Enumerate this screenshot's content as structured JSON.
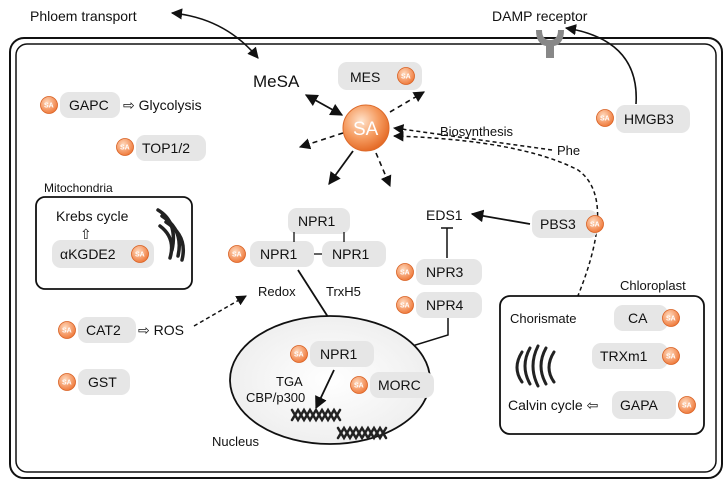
{
  "labels": {
    "phloem_transport": "Phloem transport",
    "damp_receptor": "DAMP receptor",
    "mesa": "MeSA",
    "mes": "MES",
    "sa": "SA",
    "sa_badge": "SA",
    "gapc": "GAPC",
    "glycolysis": "⇨ Glycolysis",
    "top12": "TOP1/2",
    "hmgb3": "HMGB3",
    "biosynthesis": "Biosynthesis",
    "phe": "Phe",
    "mitochondria": "Mitochondria",
    "krebs_cycle": "Krebs cycle",
    "up_arrow": "⇧",
    "akgde2": "αKGDE2",
    "npr1_top": "NPR1",
    "npr1_left": "NPR1",
    "npr1_right": "NPR1",
    "eds1": "EDS1",
    "pbs3": "PBS3",
    "npr3": "NPR3",
    "npr4": "NPR4",
    "redox": "Redox",
    "trxh5": "TrxH5",
    "cat2": "CAT2",
    "ros": "⇨ ROS",
    "gst": "GST",
    "npr1_nucleus": "NPR1",
    "tga": "TGA",
    "cbp_p300": "CBP/p300",
    "morc": "MORC",
    "nucleus": "Nucleus",
    "chloroplast": "Chloroplast",
    "chorismate": "Chorismate",
    "ca": "CA",
    "trxm1": "TRXm1",
    "calvin_cycle": "Calvin cycle ⇦",
    "gapa": "GAPA"
  },
  "colors": {
    "sa_orange": "#f07a3a",
    "sa_orange_light": "#ffd2b0",
    "pill_gray": "#e6e6e6",
    "line_dark": "#111111",
    "receptor_gray": "#888888"
  },
  "icons": {
    "mitochondrion": "mitochondria-cristae-icon",
    "chloroplast": "thylakoid-stack-icon",
    "dna": "dna-helix-icon",
    "receptor": "damp-receptor-icon"
  }
}
